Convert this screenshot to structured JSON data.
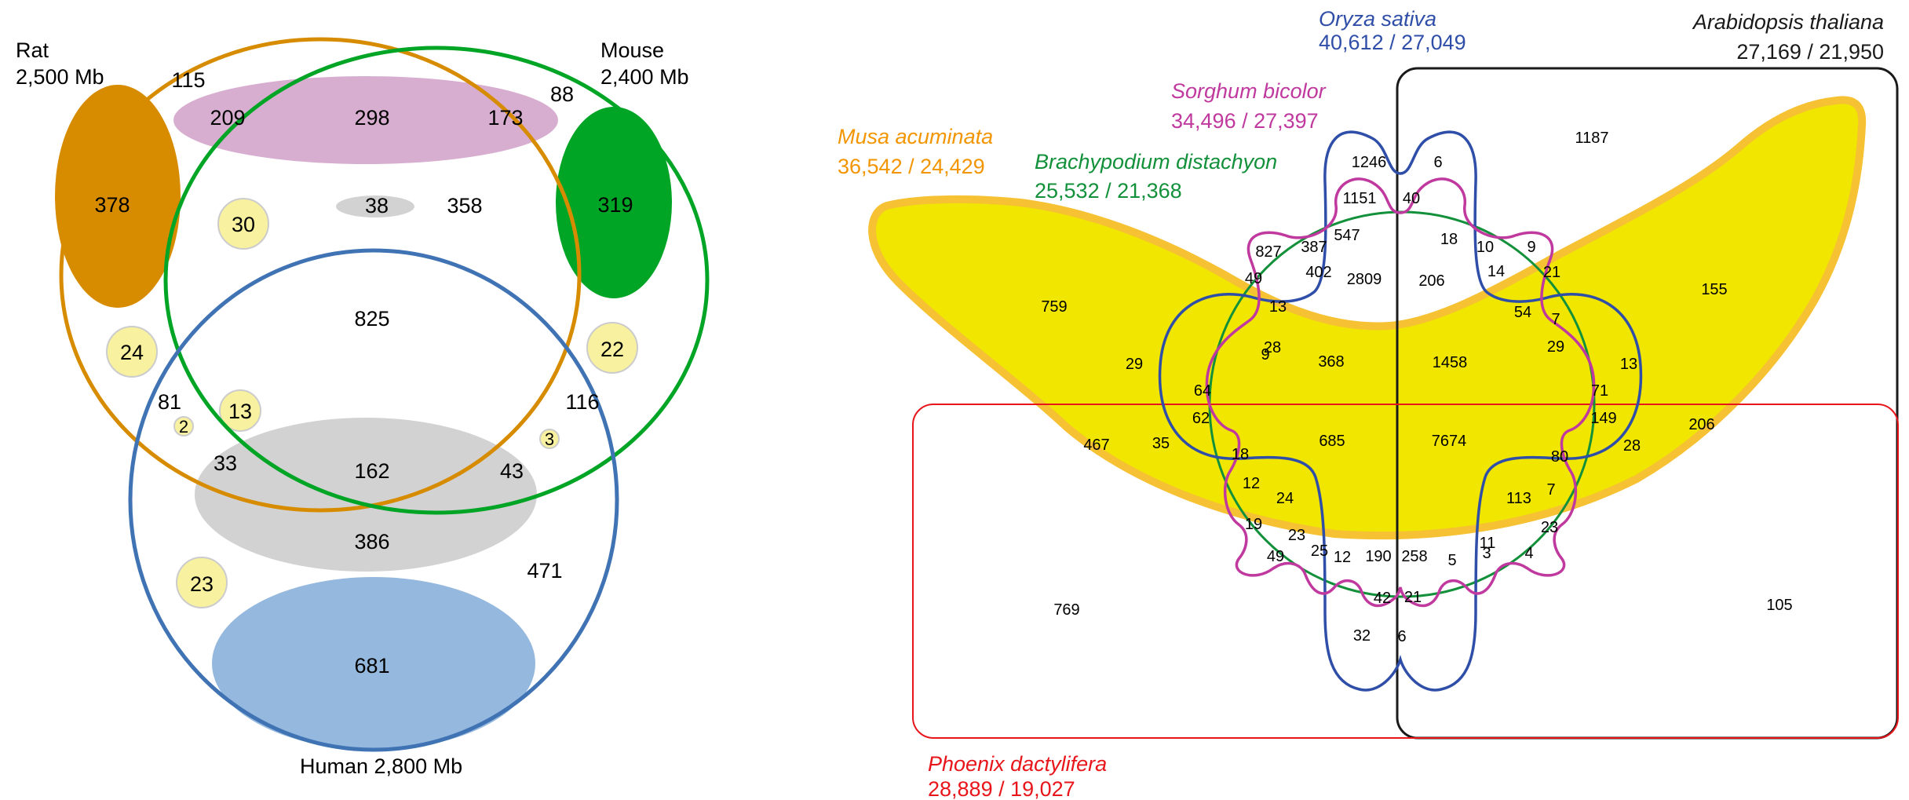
{
  "venn1": {
    "labels": {
      "rat_name": "Rat",
      "rat_size": "2,500 Mb",
      "mouse_name": "Mouse",
      "mouse_size": "2,400 Mb",
      "human": "Human  2,800 Mb"
    },
    "colors": {
      "rat": "#d78c00",
      "mouse": "#00a526",
      "human": "#3f73b3",
      "purple_blob": "#d8aed0",
      "gray_blob": "#d2d2d2",
      "blue_blob": "#95b8de",
      "yellow_blob": "#f8f1a0"
    },
    "counts": {
      "rat_only_blob": "378",
      "mouse_only_blob": "319",
      "rat_only": "115",
      "mouse_only": "88",
      "purple_rat": "209",
      "purple_both": "298",
      "purple_mouse": "173",
      "small_gray": "38",
      "rm_both": "358",
      "y30": "30",
      "center": "825",
      "y24": "24",
      "y22": "22",
      "rat_human": "81",
      "y2": "2",
      "y13": "13",
      "mouse_human": "116",
      "y3": "3",
      "gray_rat": "33",
      "gray_center": "162",
      "gray_mouse": "43",
      "gray_human": "386",
      "human_only": "471",
      "y23": "23",
      "blue_blob": "681"
    }
  },
  "venn2": {
    "species": {
      "oryza": {
        "name": "Oryza sativa",
        "counts": "40,612 / 27,049",
        "color": "#2f4ea8"
      },
      "arabidopsis": {
        "name": "Arabidopsis thaliana",
        "counts": "27,169 / 21,950",
        "color": "#1a1a1a"
      },
      "sorghum": {
        "name": "Sorghum bicolor",
        "counts": "34,496 / 27,397",
        "color": "#c0399e"
      },
      "musa": {
        "name": "Musa acuminata",
        "counts": "36,542 / 24,429",
        "color": "#f29500"
      },
      "brachypodium": {
        "name": "Brachypodium distachyon",
        "counts": "25,532 / 21,368",
        "color": "#12903a"
      },
      "phoenix": {
        "name": "Phoenix dactylifera",
        "counts": "28,889 / 19,027",
        "color": "#e8151b"
      }
    },
    "banana_fill": "#f1e600",
    "counts": [
      "1246",
      "6",
      "1187",
      "1151",
      "40",
      "18",
      "10",
      "9",
      "827",
      "387",
      "547",
      "402",
      "2809",
      "206",
      "14",
      "21",
      "759",
      "49",
      "13",
      "155",
      "54",
      "7",
      "9",
      "28",
      "368",
      "1458",
      "29",
      "13",
      "29",
      "64",
      "71",
      "62",
      "149",
      "206",
      "467",
      "35",
      "685",
      "7674",
      "28",
      "18",
      "80",
      "12",
      "24",
      "113",
      "7",
      "23",
      "19",
      "23",
      "11",
      "49",
      "25",
      "12",
      "190",
      "258",
      "5",
      "3",
      "4",
      "769",
      "105",
      "42",
      "21",
      "32",
      "6"
    ]
  }
}
